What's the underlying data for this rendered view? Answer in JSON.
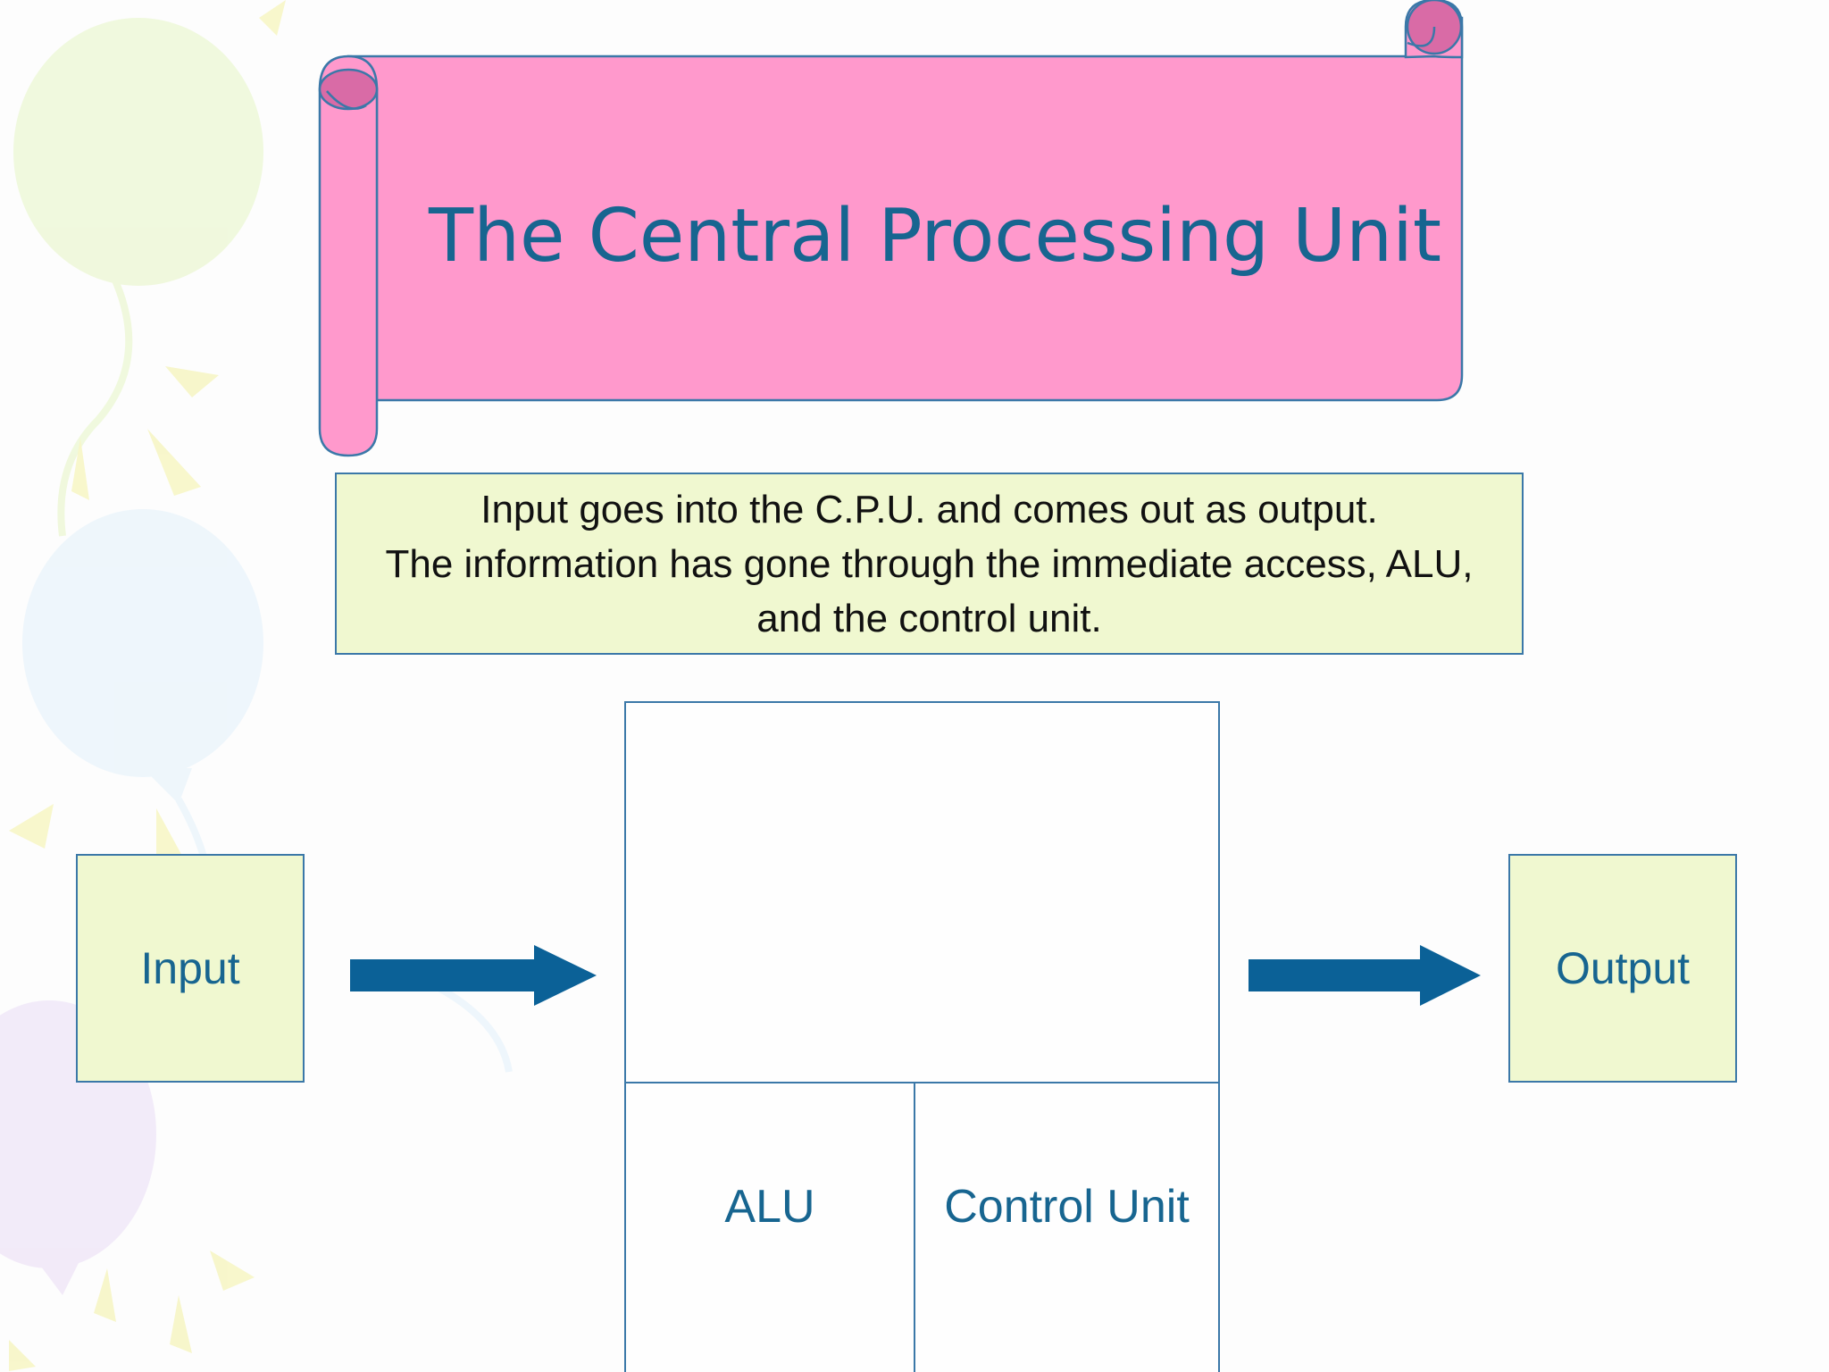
{
  "title": "The Central Processing Unit",
  "description": {
    "line1": "Input goes into the C.P.U. and comes out as output.",
    "line2": "The information has gone through the immediate access, ALU,",
    "line3": "and the control unit."
  },
  "boxes": {
    "input": "Input",
    "output": "Output",
    "alu": "ALU",
    "control_unit": "Control Unit"
  },
  "colors": {
    "banner_fill": "#ff99cc",
    "text_blue": "#176590",
    "box_fill": "#f0f8d0",
    "border": "#3b78a8",
    "arrow": "#0b6197"
  }
}
